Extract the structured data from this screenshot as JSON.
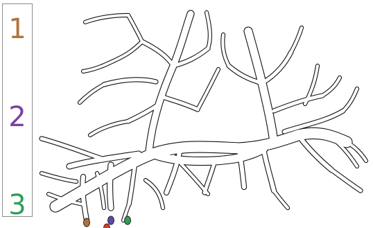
{
  "scale": {
    "labels": [
      {
        "text": "1",
        "color": "#b0733d"
      },
      {
        "text": "2",
        "color": "#7a3fa0"
      },
      {
        "text": "3",
        "color": "#2e9e5b"
      }
    ],
    "border_color": "#8a8a8a"
  },
  "tree": {
    "outline_color": "#111111",
    "fill_color": "#ffffff",
    "marker_colors": {
      "brown": "#b0733d",
      "purple": "#5a4ab0",
      "green": "#2e9e5b",
      "red": "#e0392b"
    }
  }
}
